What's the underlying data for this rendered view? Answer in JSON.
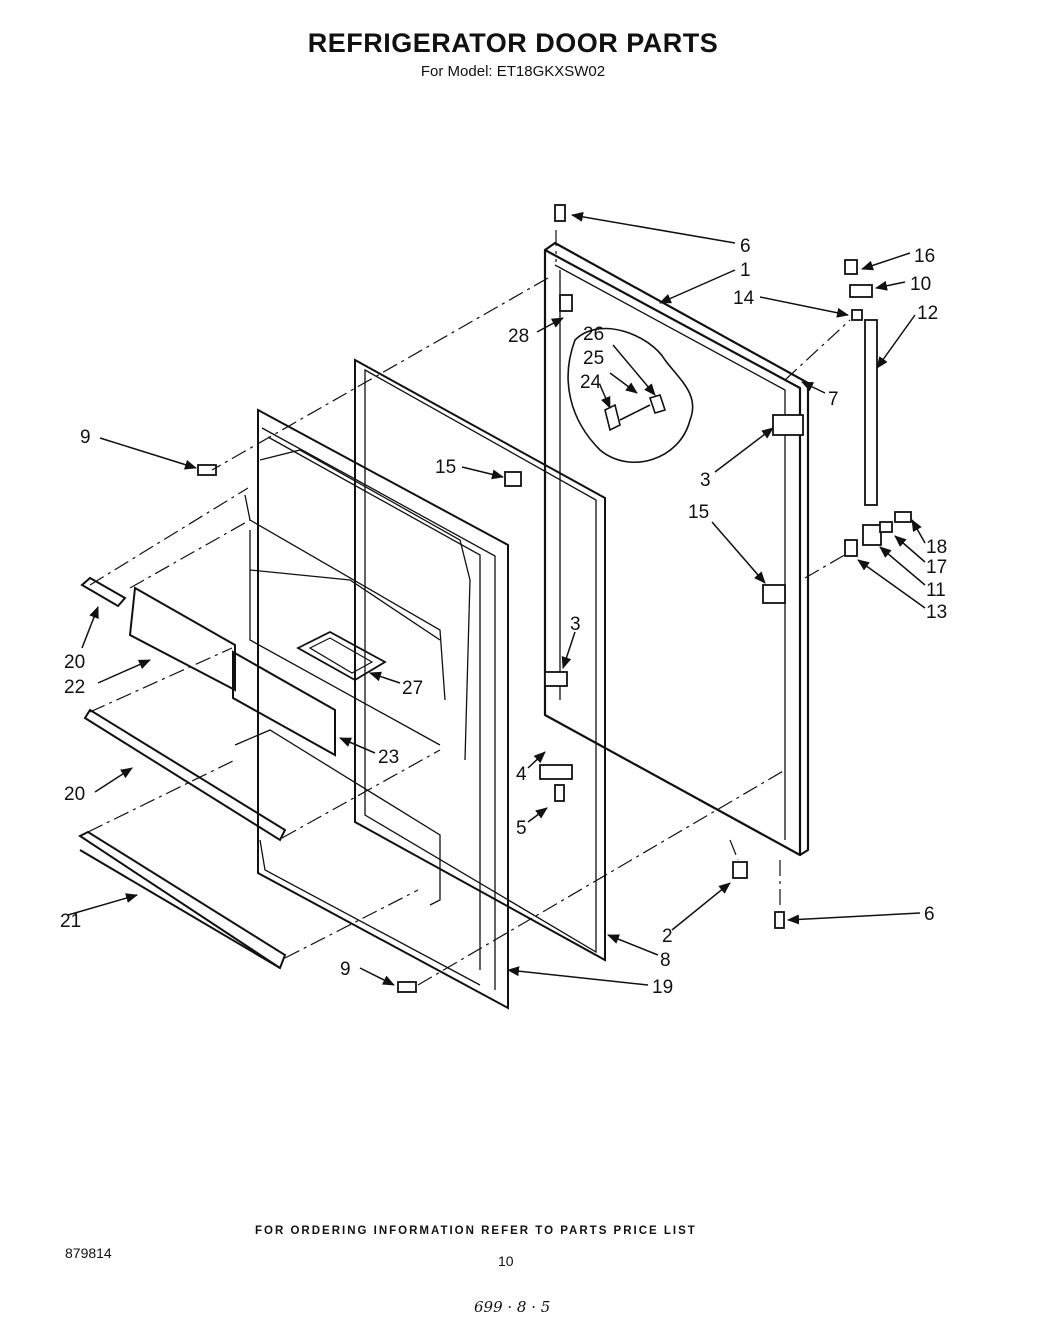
{
  "header": {
    "title": "REFRIGERATOR DOOR PARTS",
    "subtitle": "For Model: ET18GKXSW02"
  },
  "callouts": [
    "6",
    "1",
    "16",
    "10",
    "14",
    "12",
    "28",
    "26",
    "25",
    "24",
    "7",
    "9",
    "15",
    "3",
    "15",
    "18",
    "17",
    "11",
    "13",
    "3",
    "20",
    "22",
    "27",
    "23",
    "20",
    "4",
    "5",
    "21",
    "2",
    "6",
    "8",
    "9",
    "19"
  ],
  "footer": {
    "note": "FOR ORDERING INFORMATION REFER TO PARTS PRICE LIST",
    "doc_number": "879814",
    "page_number": "10",
    "handwritten": "699 · 8 · 5"
  }
}
